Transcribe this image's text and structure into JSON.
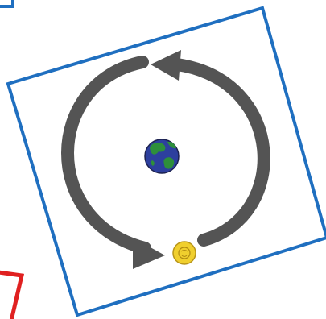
{
  "diagram": {
    "objects": [
      {
        "role": "central-body",
        "icon": "earth-globe"
      },
      {
        "role": "orbiting-body",
        "icon": "sun-coin"
      }
    ],
    "arrows": [
      {
        "shape": "curved",
        "direction": "counterclockwise"
      },
      {
        "shape": "curved",
        "direction": "counterclockwise"
      }
    ],
    "colors": {
      "frame_border": "#1f6fc0",
      "arrow_fill": "#545454",
      "ocean": "#2d3f9e",
      "land": "#2e8f3b",
      "sun": "#f0cf2e",
      "corner_frame_red": "#e02020"
    }
  }
}
